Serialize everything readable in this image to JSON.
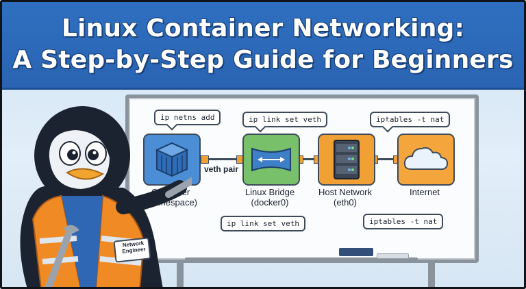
{
  "title": {
    "line1": "Linux Container Networking:",
    "line2": "A Step-by-Step Guide for Beginners"
  },
  "diagram": {
    "nodes": [
      {
        "label_line1": "Container",
        "label_line2": "(Namespace)",
        "icon": "container-cube-icon"
      },
      {
        "label_line1": "Linux Bridge",
        "label_line2": "(docker0)",
        "icon": "bridge-switch-icon"
      },
      {
        "label_line1": "Host Network",
        "label_line2": "(eth0)",
        "icon": "server-rack-icon"
      },
      {
        "label_line1": "Internet",
        "label_line2": "",
        "icon": "cloud-icon"
      }
    ],
    "link_label": "veth pair",
    "commands": {
      "netns": "ip netns add",
      "link_top": "ip link set veth",
      "nat_top": "iptables -t nat",
      "link_bottom": "ip link set veth",
      "nat_bottom": "iptables -t nat"
    }
  },
  "mascot": {
    "badge_line1": "Network",
    "badge_line2": "Engineer"
  },
  "colors": {
    "banner": "#2f6fc0",
    "container": "#4b8ed6",
    "bridge": "#78c06a",
    "host": "#f0a035",
    "internet": "#f4a63c"
  }
}
